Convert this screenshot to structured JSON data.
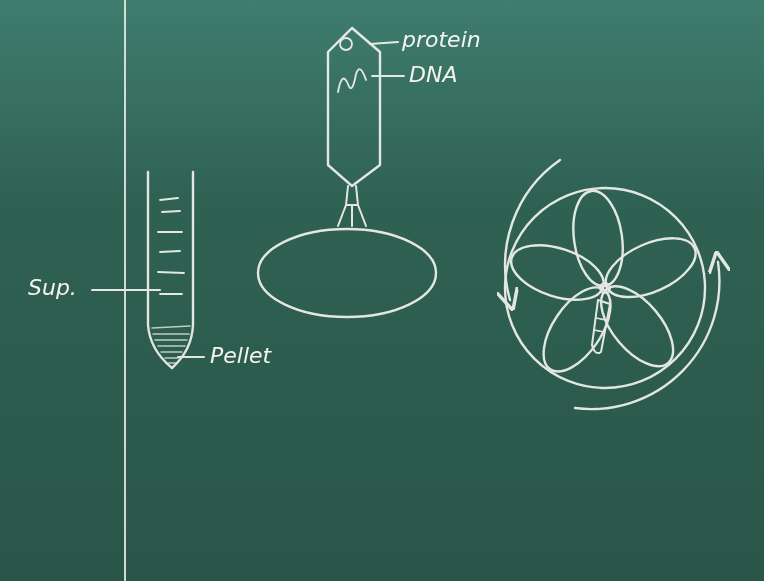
{
  "diagram": {
    "labels": [
      "Sup.",
      "Pellet",
      "protein",
      "DNA"
    ]
  }
}
